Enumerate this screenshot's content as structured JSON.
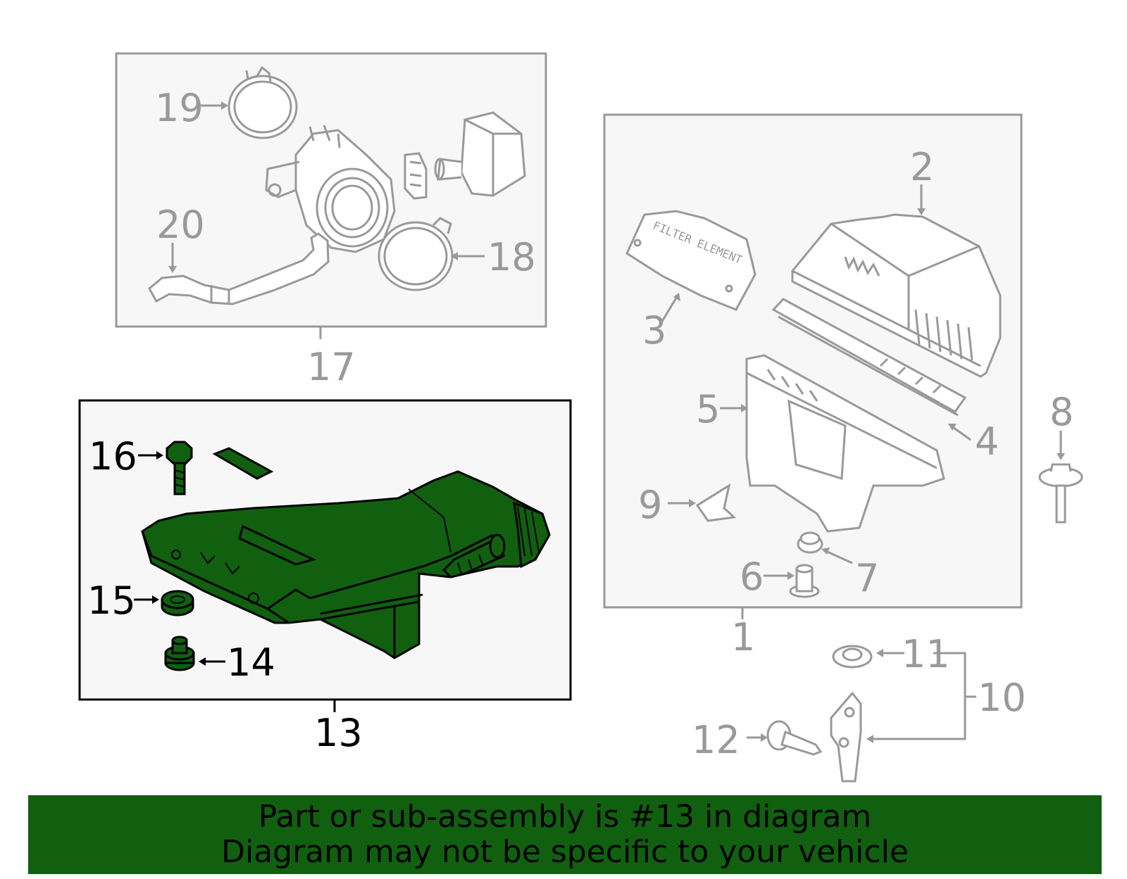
{
  "callouts": {
    "c1": "1",
    "c2": "2",
    "c3": "3",
    "c4": "4",
    "c5": "5",
    "c6": "6",
    "c7": "7",
    "c8": "8",
    "c9": "9",
    "c10": "10",
    "c11": "11",
    "c12": "12",
    "c13": "13",
    "c14": "14",
    "c15": "15",
    "c16": "16",
    "c17": "17",
    "c18": "18",
    "c19": "19",
    "c20": "20"
  },
  "footer": {
    "line1": "Part or sub-assembly is #13 in diagram",
    "line2": "Diagram may not be specific to your vehicle"
  },
  "colors": {
    "highlight": "#106010",
    "gray_line": "#999999",
    "panel_bg": "#f7f7f7"
  }
}
